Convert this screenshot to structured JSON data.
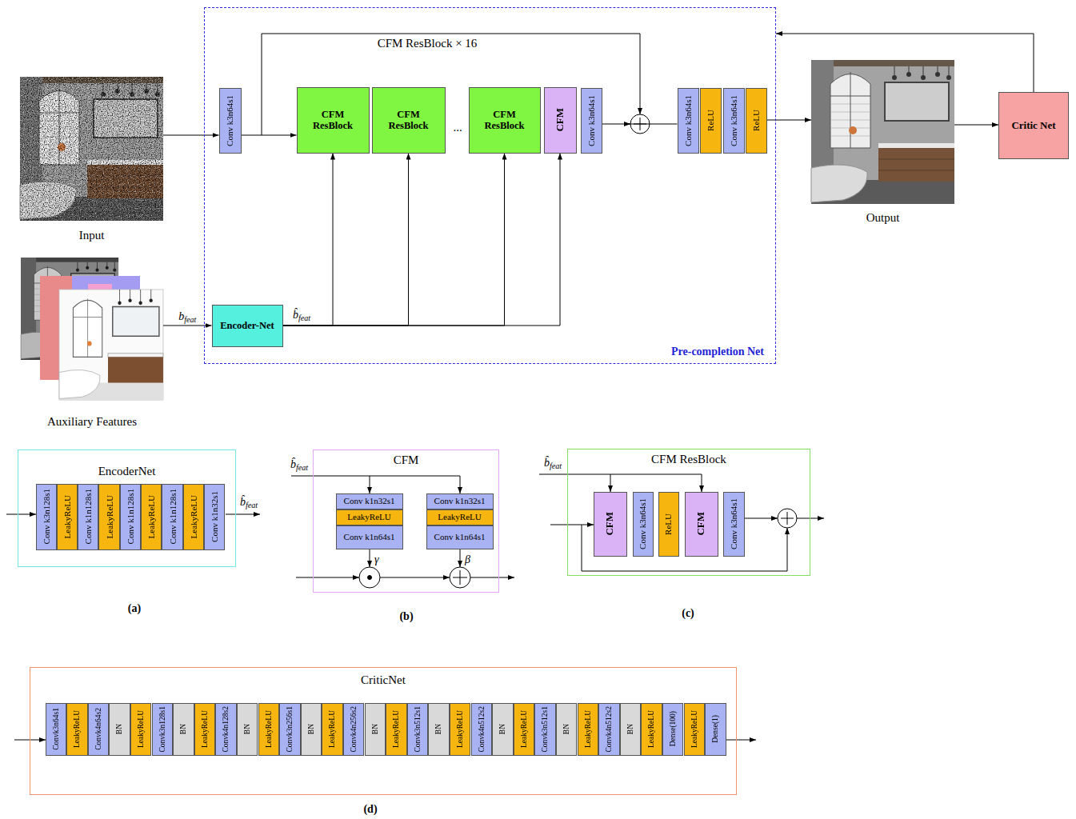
{
  "diagram": {
    "nodes": [
      {
        "text": [
          "Input"
        ]
      },
      {
        "text": [
          "Auxiliary Features"
        ]
      },
      {
        "text": [
          "Pre-completion Net"
        ]
      },
      {
        "text": [
          "Conv k3n64s1"
        ],
        "in": 2
      },
      {
        "text": [
          "CFM ResBlock"
        ],
        "in": 2
      },
      {
        "text": [
          "CFM ResBlock"
        ],
        "in": 2
      },
      {
        "text": [
          "CFM ResBlock"
        ],
        "in": 2
      },
      {
        "text": [
          "CFM"
        ],
        "in": 2
      },
      {
        "text": [
          "Conv k3n64s1"
        ],
        "in": 2
      },
      {
        "text": [
          "Conv k3n64s1"
        ],
        "in": 2
      },
      {
        "text": [
          "ReLU"
        ],
        "in": 2
      },
      {
        "text": [
          "Conv k3n64s1"
        ],
        "in": 2
      },
      {
        "text": [
          "ReLU"
        ],
        "in": 2
      },
      {
        "text": [
          "Encoder-Net"
        ],
        "in": 2
      },
      {
        "text": [
          "Output"
        ]
      },
      {
        "text": [
          "Critic Net"
        ]
      },
      {
        "text": [
          "EncoderNet"
        ]
      },
      {
        "text": [
          "Conv k3n128s1"
        ],
        "in": 16
      },
      {
        "text": [
          "LeakyReLU"
        ],
        "in": 16
      },
      {
        "text": [
          "Conv k1n128s1"
        ],
        "in": 16
      },
      {
        "text": [
          "LeakyReLU"
        ],
        "in": 16
      },
      {
        "text": [
          "Conv k1n128s1"
        ],
        "in": 16
      },
      {
        "text": [
          "LeakyReLU"
        ],
        "in": 16
      },
      {
        "text": [
          "Conv k1n128s1"
        ],
        "in": 16
      },
      {
        "text": [
          "LeakyReLU"
        ],
        "in": 16
      },
      {
        "text": [
          "Conv k1n32s1"
        ],
        "in": 16
      },
      {
        "text": [
          "CFM"
        ]
      },
      {
        "text": [
          "Conv k1n32s1"
        ],
        "in": 26
      },
      {
        "text": [
          "LeakyReLU"
        ],
        "in": 26
      },
      {
        "text": [
          "Conv k1n64s1"
        ],
        "in": 26
      },
      {
        "text": [
          "Conv k1n32s1"
        ],
        "in": 26
      },
      {
        "text": [
          "LeakyReLU"
        ],
        "in": 26
      },
      {
        "text": [
          "Conv k1n64s1"
        ],
        "in": 26
      },
      {
        "text": [
          "CFM ResBlock"
        ]
      },
      {
        "text": [
          "CFM"
        ],
        "in": 33
      },
      {
        "text": [
          "Conv k3n64s1"
        ],
        "in": 33
      },
      {
        "text": [
          "ReLU"
        ],
        "in": 33
      },
      {
        "text": [
          "CFM"
        ],
        "in": 33
      },
      {
        "text": [
          "Conv k3n64s1"
        ],
        "in": 33
      },
      {
        "text": [
          "CriticNet"
        ]
      },
      {
        "text": [
          "Convk3n64s1"
        ],
        "in": 39
      },
      {
        "text": [
          "LeakyReLU"
        ],
        "in": 39
      },
      {
        "text": [
          "Convk4n64s2"
        ],
        "in": 39
      },
      {
        "text": [
          "BN"
        ],
        "in": 39
      },
      {
        "text": [
          "LeakyReLU"
        ],
        "in": 39
      },
      {
        "text": [
          "Convk3n128s1"
        ],
        "in": 39
      },
      {
        "text": [
          "BN"
        ],
        "in": 39
      },
      {
        "text": [
          "LeakyReLU"
        ],
        "in": 39
      },
      {
        "text": [
          "Convk4n128s2"
        ],
        "in": 39
      },
      {
        "text": [
          "BN"
        ],
        "in": 39
      },
      {
        "text": [
          "LeakyReLU"
        ],
        "in": 39
      },
      {
        "text": [
          "Convk3n256s1"
        ],
        "in": 39
      },
      {
        "text": [
          "BN"
        ],
        "in": 39
      },
      {
        "text": [
          "LeakyReLU"
        ],
        "in": 39
      },
      {
        "text": [
          "Convk4n256s2"
        ],
        "in": 39
      },
      {
        "text": [
          "BN"
        ],
        "in": 39
      },
      {
        "text": [
          "LeakyReLU"
        ],
        "in": 39
      },
      {
        "text": [
          "Convk3n512s1"
        ],
        "in": 39
      },
      {
        "text": [
          "BN"
        ],
        "in": 39
      },
      {
        "text": [
          "LeakyReLU"
        ],
        "in": 39
      },
      {
        "text": [
          "Convk4n512s2"
        ],
        "in": 39
      },
      {
        "text": [
          "BN"
        ],
        "in": 39
      },
      {
        "text": [
          "LeakyReLU"
        ],
        "in": 39
      },
      {
        "text": [
          "Convk3n512s1"
        ],
        "in": 39
      },
      {
        "text": [
          "BN"
        ],
        "in": 39
      },
      {
        "text": [
          "LeakyReLU"
        ],
        "in": 39
      },
      {
        "text": [
          "Convk4n512s2"
        ],
        "in": 39
      },
      {
        "text": [
          "BN"
        ],
        "in": 39
      },
      {
        "text": [
          "LeakyReLU"
        ],
        "in": 39
      },
      {
        "text": [
          "Dense(100)"
        ],
        "in": 39
      },
      {
        "text": [
          "LeakyReLU"
        ],
        "in": 39
      },
      {
        "text": [
          "Dense(1)"
        ],
        "in": 39
      }
    ],
    "edges": [
      {
        "from": 0,
        "to": 3,
        "arrow": "to"
      },
      {
        "from": 3,
        "to": 4,
        "arrow": "to"
      },
      {
        "from": 8,
        "to": 9,
        "arrow": "none"
      },
      {
        "from": 12,
        "to": 14,
        "arrow": "to"
      },
      {
        "from": 14,
        "to": 15,
        "arrow": "to"
      },
      {
        "from": 15,
        "to": 2,
        "arrow": "to"
      },
      {
        "from": 1,
        "to": 13,
        "label": "bfeat",
        "arrow": "to"
      },
      {
        "from": 13,
        "to": 4,
        "arrow": "to"
      },
      {
        "from": 13,
        "to": 5,
        "arrow": "to"
      },
      {
        "from": 13,
        "to": 6,
        "arrow": "to"
      },
      {
        "from": 13,
        "to": 7,
        "arrow": "to"
      }
    ],
    "labels": [
      "CFM ResBlock × 16",
      "...",
      "b̂feat",
      "b̂feat",
      "(a)",
      "b̂feat",
      "γ",
      "β",
      "(b)",
      "b̂feat",
      "(c)",
      "(d)"
    ]
  }
}
